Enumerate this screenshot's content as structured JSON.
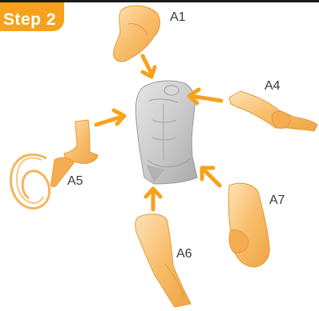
{
  "step": {
    "label": "Step 2"
  },
  "parts": [
    {
      "id": "A1",
      "label": "A1"
    },
    {
      "id": "A4",
      "label": "A4"
    },
    {
      "id": "A5",
      "label": "A5"
    },
    {
      "id": "A6",
      "label": "A6"
    },
    {
      "id": "A7",
      "label": "A7"
    }
  ],
  "colors": {
    "accent": "#f6a21d",
    "part_fill": "#f8bd6a",
    "part_light": "#fde3b8",
    "torso_fill": "#c8c8c8",
    "label_text": "#3a3a3a"
  }
}
